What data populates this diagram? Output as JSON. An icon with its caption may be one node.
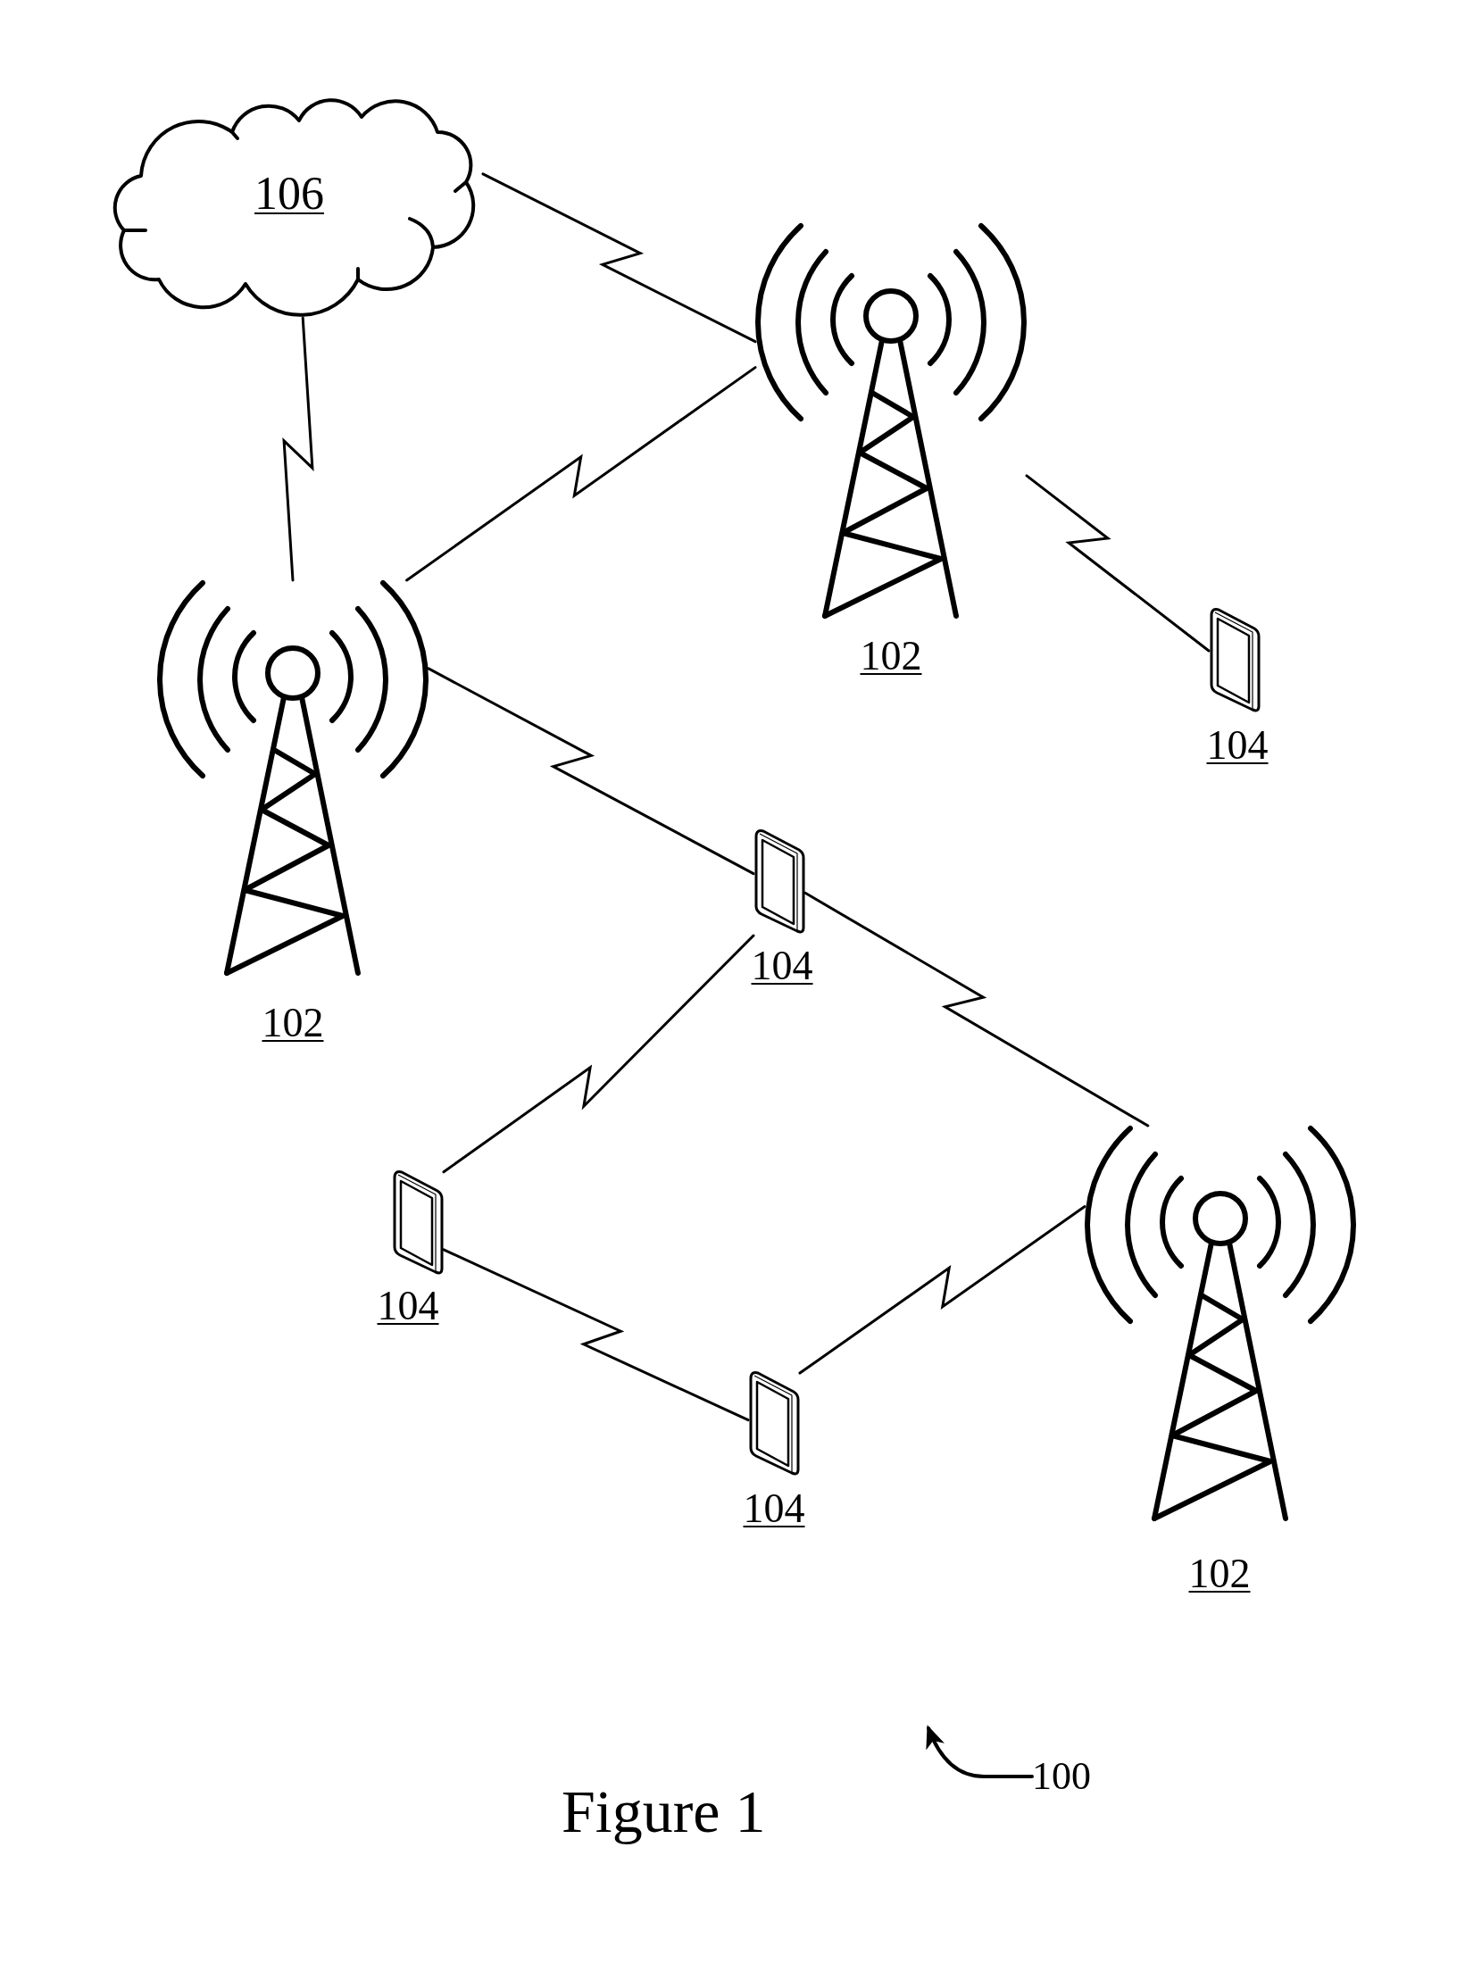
{
  "diagram": {
    "caption": "Figure 1",
    "nodes": [
      {
        "text": [
          "106"
        ]
      },
      {
        "text": [],
        "shape": "picture",
        "beside": [
          "102"
        ]
      },
      {
        "text": [],
        "shape": "picture",
        "beside": [
          "102"
        ]
      },
      {
        "text": [],
        "shape": "picture",
        "beside": [
          "104"
        ]
      },
      {
        "text": [],
        "shape": "picture",
        "beside": [
          "104"
        ]
      },
      {
        "text": [],
        "shape": "picture",
        "beside": [
          "102"
        ]
      },
      {
        "text": [],
        "shape": "picture",
        "beside": [
          "104"
        ]
      },
      {
        "text": [],
        "shape": "picture",
        "beside": [
          "104"
        ]
      },
      {
        "text": [
          "100"
        ]
      }
    ],
    "edges": [
      {
        "from": 0,
        "to": 1,
        "arrow": "none"
      },
      {
        "from": 0,
        "to": 2,
        "arrow": "none"
      },
      {
        "from": 2,
        "to": 1,
        "arrow": "none"
      },
      {
        "from": 1,
        "to": 3,
        "arrow": "none"
      },
      {
        "from": 2,
        "to": 4,
        "arrow": "none"
      },
      {
        "from": 4,
        "to": 5,
        "arrow": "none"
      },
      {
        "from": 6,
        "to": 4,
        "arrow": "none"
      },
      {
        "from": 6,
        "to": 7,
        "arrow": "none"
      },
      {
        "from": 7,
        "to": 5,
        "arrow": "none"
      },
      {
        "from": 8,
        "to": null,
        "arrow": "to"
      }
    ]
  }
}
